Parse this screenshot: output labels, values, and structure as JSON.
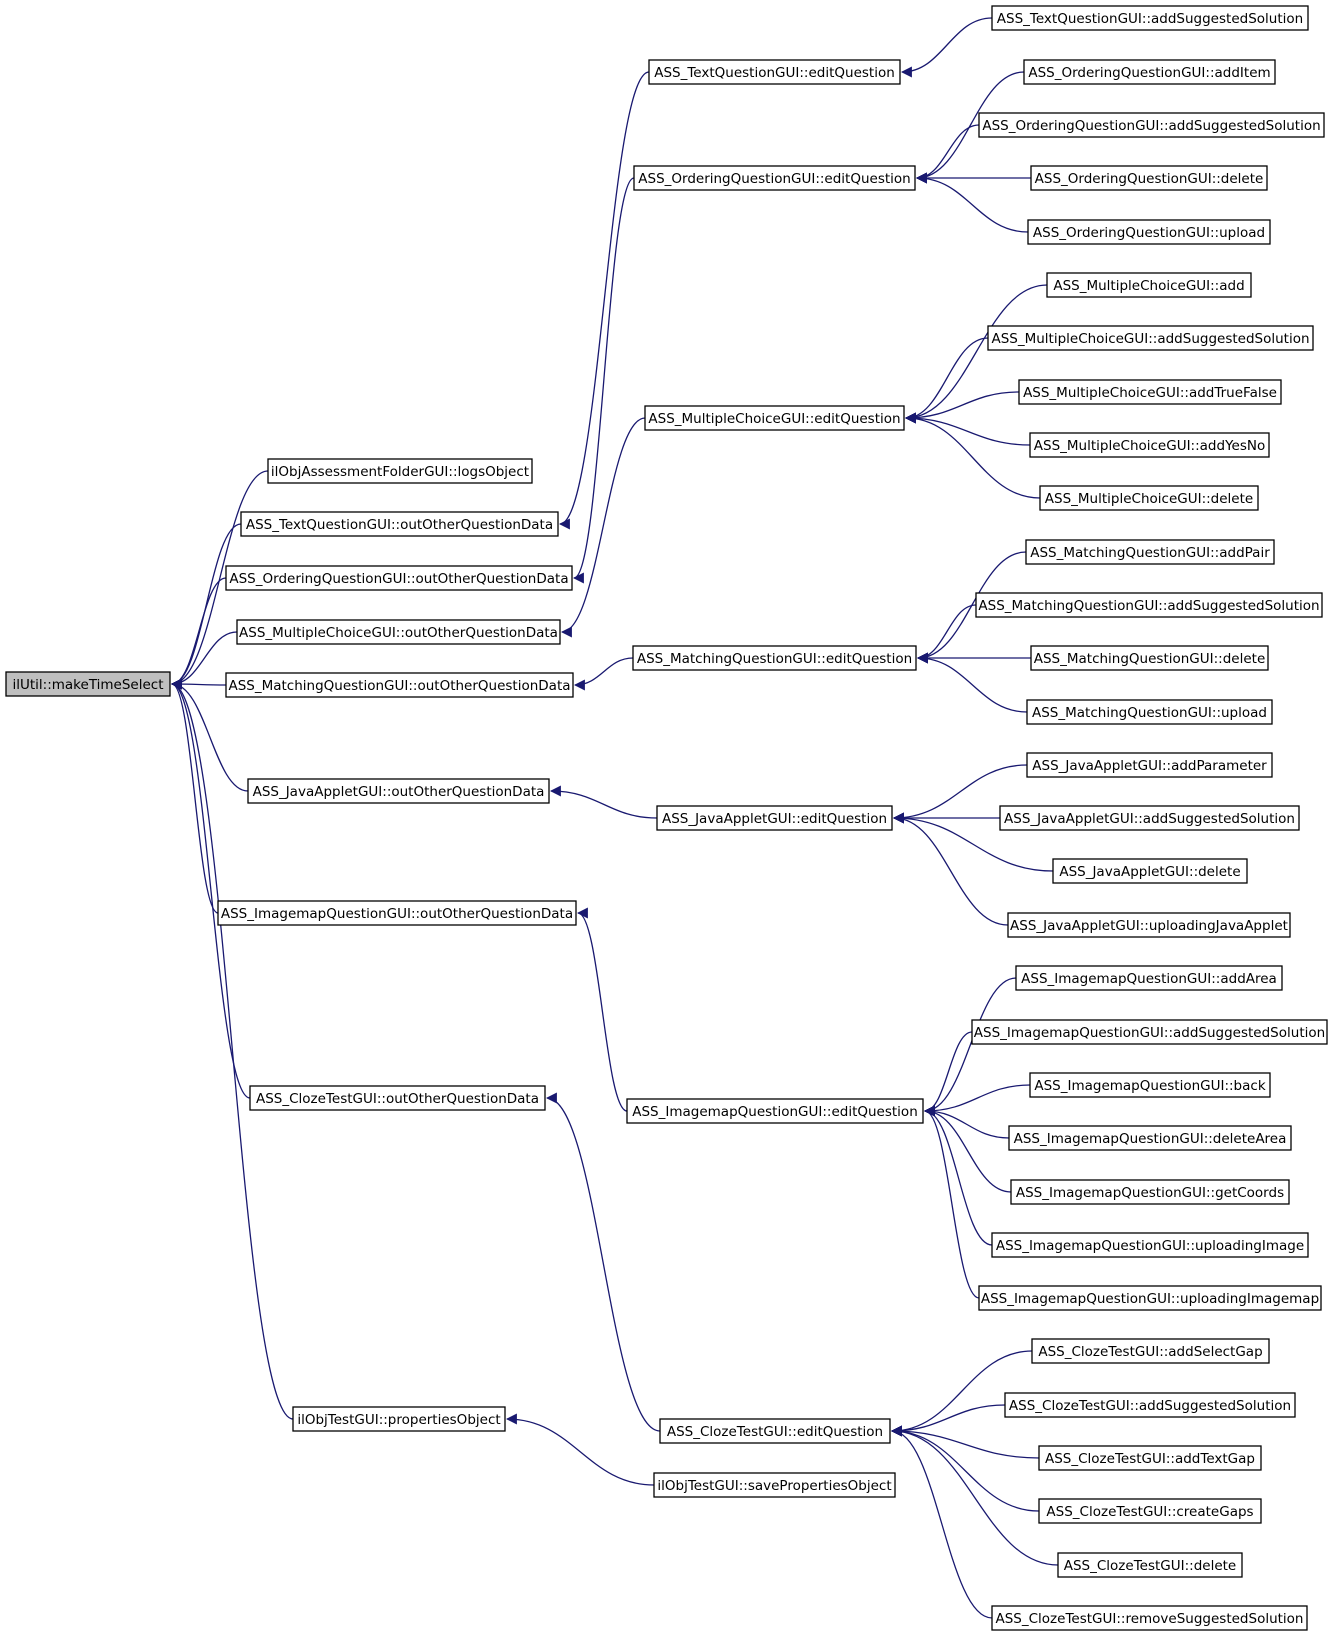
{
  "diagram": {
    "type": "caller-graph",
    "colors": {
      "edge": "#191970",
      "root_fill": "#bfbfbf",
      "node_fill": "#ffffff",
      "border": "#000000"
    },
    "nodes": [
      {
        "id": "n0",
        "label": "ilUtil::makeTimeSelect",
        "root": true
      },
      {
        "id": "n1",
        "label": "ilObjAssessmentFolderGUI::logsObject"
      },
      {
        "id": "n2",
        "label": "ASS_TextQuestionGUI::outOtherQuestionData"
      },
      {
        "id": "n3",
        "label": "ASS_OrderingQuestionGUI::outOtherQuestionData"
      },
      {
        "id": "n4",
        "label": "ASS_MultipleChoiceGUI::outOtherQuestionData"
      },
      {
        "id": "n5",
        "label": "ASS_MatchingQuestionGUI::outOtherQuestionData"
      },
      {
        "id": "n6",
        "label": "ASS_JavaAppletGUI::outOtherQuestionData"
      },
      {
        "id": "n7",
        "label": "ASS_ImagemapQuestionGUI::outOtherQuestionData"
      },
      {
        "id": "n8",
        "label": "ASS_ClozeTestGUI::outOtherQuestionData"
      },
      {
        "id": "n9",
        "label": "ilObjTestGUI::propertiesObject"
      },
      {
        "id": "m1",
        "label": "ASS_TextQuestionGUI::editQuestion"
      },
      {
        "id": "m2",
        "label": "ASS_OrderingQuestionGUI::editQuestion"
      },
      {
        "id": "m3",
        "label": "ASS_MultipleChoiceGUI::editQuestion"
      },
      {
        "id": "m4",
        "label": "ASS_MatchingQuestionGUI::editQuestion"
      },
      {
        "id": "m5",
        "label": "ASS_JavaAppletGUI::editQuestion"
      },
      {
        "id": "m6",
        "label": "ASS_ImagemapQuestionGUI::editQuestion"
      },
      {
        "id": "m7",
        "label": "ASS_ClozeTestGUI::editQuestion"
      },
      {
        "id": "m8",
        "label": "ilObjTestGUI::savePropertiesObject"
      },
      {
        "id": "r1",
        "label": "ASS_TextQuestionGUI::addSuggestedSolution"
      },
      {
        "id": "r2",
        "label": "ASS_OrderingQuestionGUI::addItem"
      },
      {
        "id": "r3",
        "label": "ASS_OrderingQuestionGUI::addSuggestedSolution"
      },
      {
        "id": "r4",
        "label": "ASS_OrderingQuestionGUI::delete"
      },
      {
        "id": "r5",
        "label": "ASS_OrderingQuestionGUI::upload"
      },
      {
        "id": "r6",
        "label": "ASS_MultipleChoiceGUI::add"
      },
      {
        "id": "r7",
        "label": "ASS_MultipleChoiceGUI::addSuggestedSolution"
      },
      {
        "id": "r8",
        "label": "ASS_MultipleChoiceGUI::addTrueFalse"
      },
      {
        "id": "r9",
        "label": "ASS_MultipleChoiceGUI::addYesNo"
      },
      {
        "id": "r10",
        "label": "ASS_MultipleChoiceGUI::delete"
      },
      {
        "id": "r11",
        "label": "ASS_MatchingQuestionGUI::addPair"
      },
      {
        "id": "r12",
        "label": "ASS_MatchingQuestionGUI::addSuggestedSolution"
      },
      {
        "id": "r13",
        "label": "ASS_MatchingQuestionGUI::delete"
      },
      {
        "id": "r14",
        "label": "ASS_MatchingQuestionGUI::upload"
      },
      {
        "id": "r15",
        "label": "ASS_JavaAppletGUI::addParameter"
      },
      {
        "id": "r16",
        "label": "ASS_JavaAppletGUI::addSuggestedSolution"
      },
      {
        "id": "r17",
        "label": "ASS_JavaAppletGUI::delete"
      },
      {
        "id": "r18",
        "label": "ASS_JavaAppletGUI::uploadingJavaApplet"
      },
      {
        "id": "r19",
        "label": "ASS_ImagemapQuestionGUI::addArea"
      },
      {
        "id": "r20",
        "label": "ASS_ImagemapQuestionGUI::addSuggestedSolution"
      },
      {
        "id": "r21",
        "label": "ASS_ImagemapQuestionGUI::back"
      },
      {
        "id": "r22",
        "label": "ASS_ImagemapQuestionGUI::deleteArea"
      },
      {
        "id": "r23",
        "label": "ASS_ImagemapQuestionGUI::getCoords"
      },
      {
        "id": "r24",
        "label": "ASS_ImagemapQuestionGUI::uploadingImage"
      },
      {
        "id": "r25",
        "label": "ASS_ImagemapQuestionGUI::uploadingImagemap"
      },
      {
        "id": "r26",
        "label": "ASS_ClozeTestGUI::addSelectGap"
      },
      {
        "id": "r27",
        "label": "ASS_ClozeTestGUI::addSuggestedSolution"
      },
      {
        "id": "r28",
        "label": "ASS_ClozeTestGUI::addTextGap"
      },
      {
        "id": "r29",
        "label": "ASS_ClozeTestGUI::createGaps"
      },
      {
        "id": "r30",
        "label": "ASS_ClozeTestGUI::delete"
      },
      {
        "id": "r31",
        "label": "ASS_ClozeTestGUI::removeSuggestedSolution"
      }
    ],
    "edges": [
      [
        "n1",
        "n0"
      ],
      [
        "n2",
        "n0"
      ],
      [
        "n3",
        "n0"
      ],
      [
        "n4",
        "n0"
      ],
      [
        "n5",
        "n0"
      ],
      [
        "n6",
        "n0"
      ],
      [
        "n7",
        "n0"
      ],
      [
        "n8",
        "n0"
      ],
      [
        "n9",
        "n0"
      ],
      [
        "m1",
        "n2"
      ],
      [
        "m2",
        "n3"
      ],
      [
        "m3",
        "n4"
      ],
      [
        "m4",
        "n5"
      ],
      [
        "m5",
        "n6"
      ],
      [
        "m6",
        "n7"
      ],
      [
        "m7",
        "n8"
      ],
      [
        "m8",
        "n9"
      ],
      [
        "r1",
        "m1"
      ],
      [
        "r2",
        "m2"
      ],
      [
        "r3",
        "m2"
      ],
      [
        "r4",
        "m2"
      ],
      [
        "r5",
        "m2"
      ],
      [
        "r6",
        "m3"
      ],
      [
        "r7",
        "m3"
      ],
      [
        "r8",
        "m3"
      ],
      [
        "r9",
        "m3"
      ],
      [
        "r10",
        "m3"
      ],
      [
        "r11",
        "m4"
      ],
      [
        "r12",
        "m4"
      ],
      [
        "r13",
        "m4"
      ],
      [
        "r14",
        "m4"
      ],
      [
        "r15",
        "m5"
      ],
      [
        "r16",
        "m5"
      ],
      [
        "r17",
        "m5"
      ],
      [
        "r18",
        "m5"
      ],
      [
        "r19",
        "m6"
      ],
      [
        "r20",
        "m6"
      ],
      [
        "r21",
        "m6"
      ],
      [
        "r22",
        "m6"
      ],
      [
        "r23",
        "m6"
      ],
      [
        "r24",
        "m6"
      ],
      [
        "r25",
        "m6"
      ],
      [
        "r26",
        "m7"
      ],
      [
        "r27",
        "m7"
      ],
      [
        "r28",
        "m7"
      ],
      [
        "r29",
        "m7"
      ],
      [
        "r30",
        "m7"
      ],
      [
        "r31",
        "m7"
      ]
    ]
  }
}
